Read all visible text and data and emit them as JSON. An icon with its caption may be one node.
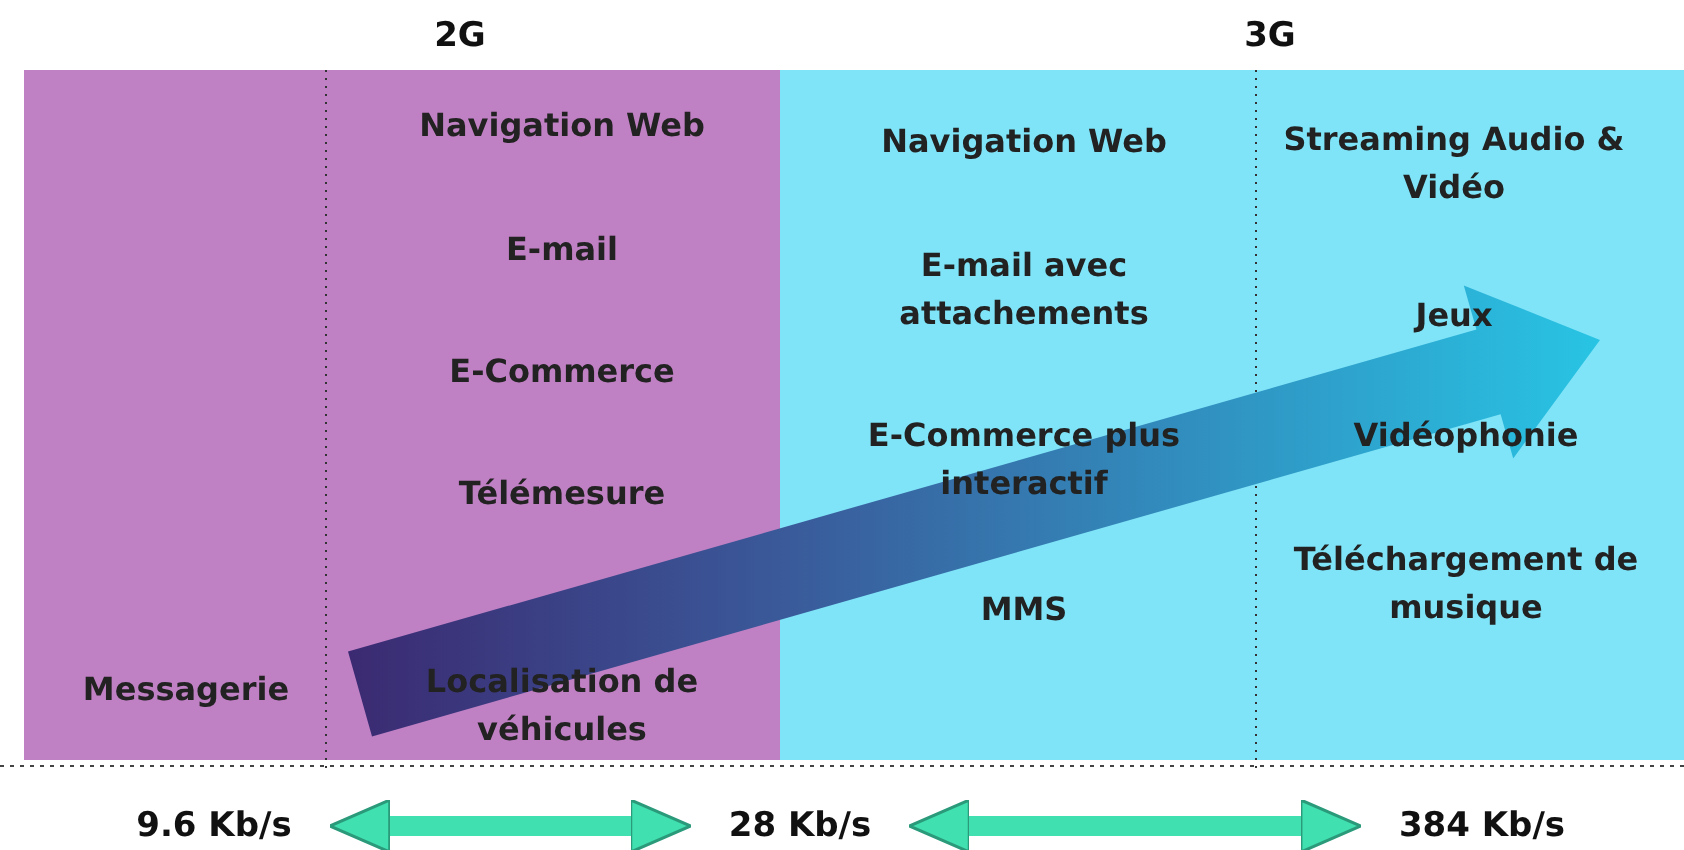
{
  "diagram": {
    "nodes": [
      {
        "text": [
          "2G",
          "Messagerie",
          "Navigation Web",
          "E-mail",
          "E-Commerce",
          "Télémesure",
          "Localisation de véhicules"
        ]
      },
      {
        "text": [
          "3G",
          "Navigation Web",
          "E-mail avec attachements",
          "E-Commerce plus interactif",
          "MMS",
          "Streaming Audio & Vidéo",
          "Jeux",
          "Vidéophonie",
          "Téléchargement de musique"
        ]
      },
      {
        "text": [
          "9.6 Kb/s"
        ]
      },
      {
        "text": [
          "28 Kb/s"
        ]
      },
      {
        "text": [
          "384 Kb/s"
        ]
      }
    ],
    "edges": [
      {
        "from": 0,
        "to": 1,
        "arrow": "to",
        "style": "thick"
      },
      {
        "from": 2,
        "to": 3,
        "arrow": "both"
      },
      {
        "from": 3,
        "to": 4,
        "arrow": "both"
      }
    ]
  }
}
